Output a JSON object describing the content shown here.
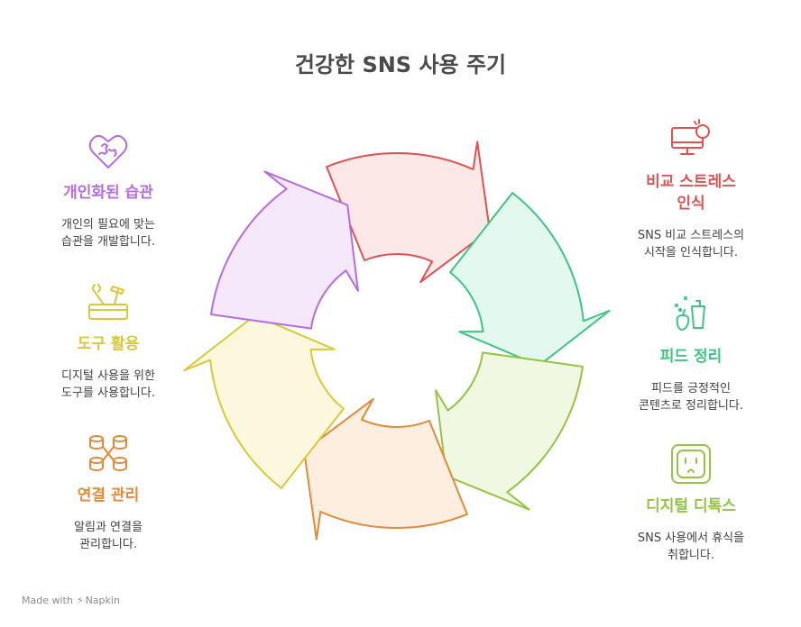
{
  "title": "건강한 SNS 사용 주기",
  "colors": {
    "purple": "#b56ce0",
    "red": "#e05252",
    "green": "#3fc583",
    "lime": "#94c443",
    "orange": "#e08a3a",
    "yellow": "#d9c83a"
  },
  "steps": [
    {
      "id": "compare",
      "title_line1": "비교 스트레스",
      "title_line2": "인식",
      "desc_line1": "SNS 비교 스트레스의",
      "desc_line2": "시작을 인식합니다.",
      "icon": "monitor-alert-icon",
      "color": "#e05252"
    },
    {
      "id": "feed",
      "title_line1": "피드 정리",
      "desc_line1": "피드를 긍정적인",
      "desc_line2": "콘텐츠로 정리합니다.",
      "icon": "cleaning-icon",
      "color": "#3fc583"
    },
    {
      "id": "detox",
      "title_line1": "디지털 디톡스",
      "desc_line1": "SNS 사용에서 휴식을",
      "desc_line2": "취합니다.",
      "icon": "power-outlet-icon",
      "color": "#94c443"
    },
    {
      "id": "connect",
      "title_line1": "연결 관리",
      "desc_line1": "알림과 연결을",
      "desc_line2": "관리합니다.",
      "icon": "database-network-icon",
      "color": "#e08a3a"
    },
    {
      "id": "tools",
      "title_line1": "도구 활용",
      "desc_line1": "디지털 사용을 위한",
      "desc_line2": "도구를 사용합니다.",
      "icon": "toolbox-icon",
      "color": "#d9c83a"
    },
    {
      "id": "habit",
      "title_line1": "개인화된 습관",
      "desc_line1": "개인의 필요에 맞는",
      "desc_line2": "습관을 개발합니다.",
      "icon": "heart-puzzle-icon",
      "color": "#b56ce0"
    }
  ],
  "footer": {
    "made_with": "Made with",
    "brand": "Napkin"
  }
}
